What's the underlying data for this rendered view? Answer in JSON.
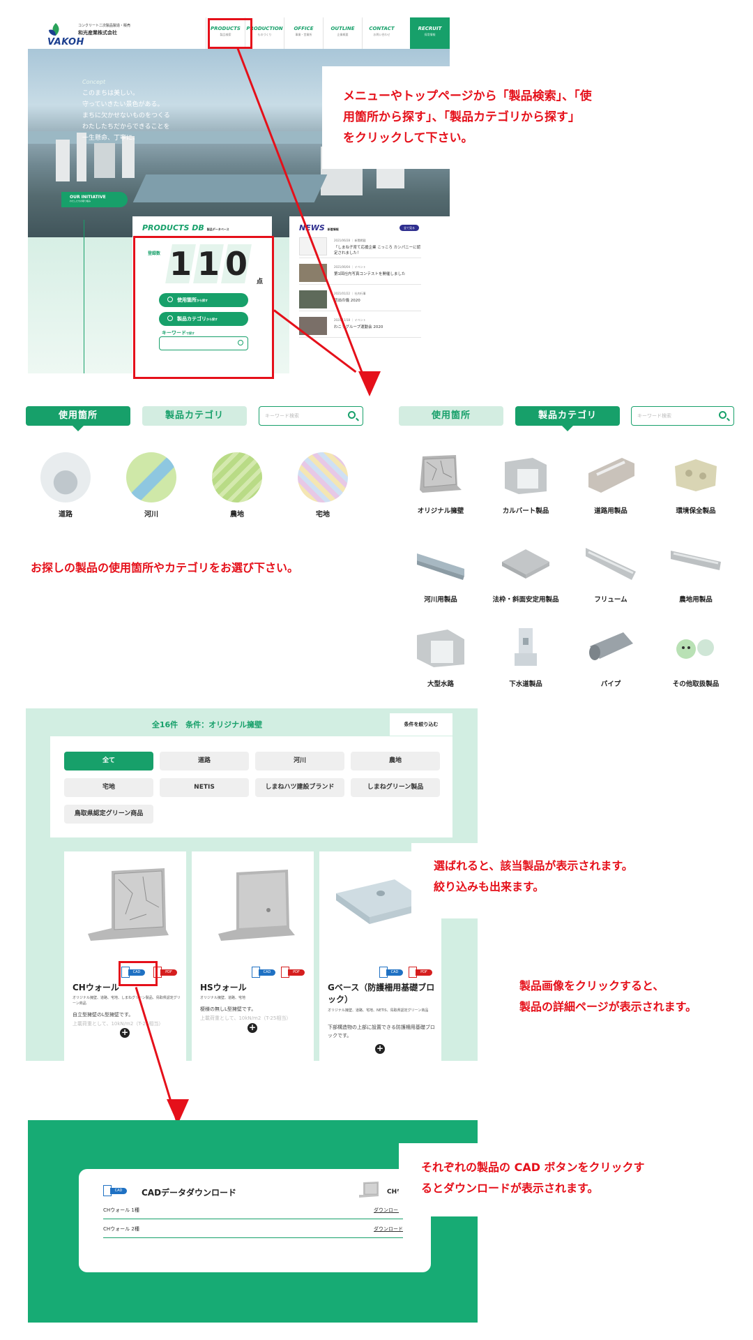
{
  "top_page": {
    "logo": {
      "mark": "VAKOH",
      "sub": "コンクリート二次製品製造・販売",
      "company": "和光産業株式会社"
    },
    "nav": [
      {
        "en": "PRODUCTS",
        "jp": "製品検索"
      },
      {
        "en": "PRODUCTION",
        "jp": "ものづくり"
      },
      {
        "en": "OFFICE",
        "jp": "事業・営業所"
      },
      {
        "en": "OUTLINE",
        "jp": "企業概要"
      },
      {
        "en": "CONTACT",
        "jp": "お問い合わせ"
      }
    ],
    "recruit": {
      "en": "RECRUIT",
      "jp": "採用情報"
    },
    "hero_copy": {
      "signature": "Concept",
      "lines": [
        "このまちは美しい。",
        "守っていきたい景色がある。",
        "まちに欠かせないものをつくる",
        "わたしたちだからできることを",
        "一生懸命、丁寧に。"
      ]
    },
    "initiative": {
      "en": "OUR INITIATIVE",
      "jp": "わたしたちの取り組み"
    },
    "products_db": {
      "title": "PRODUCTS DB",
      "title_jp": "製品データベース",
      "count_label": "登録数",
      "digits": [
        "1",
        "1",
        "0"
      ],
      "unit": "点",
      "btn_place": "使用箇所",
      "btn_category": "製品カテゴリ",
      "btn_suffix": "から探す",
      "keyword_label": "キーワード",
      "keyword_suffix": "で探す"
    },
    "news": {
      "title": "NEWS",
      "title_jp": "新着情報",
      "all_label": "全て見る",
      "items": [
        {
          "date": "2021/06/28 ｜ 新聞掲載",
          "text": "「しまね子育て応援企業 こっころ カンパニーに認定されました！"
        },
        {
          "date": "2021/06/04 ｜ イベント",
          "text": "第1回社内写真コンテストを開催しました"
        },
        {
          "date": "2021/01/22 ｜ 社内行事",
          "text": "初出の儀 2020"
        },
        {
          "date": "2020/11/18 ｜ イベント",
          "text": "わこうグループ運動会 2020"
        }
      ]
    }
  },
  "notes": {
    "n1": [
      "メニューやトップページから「製品検索」、「使",
      "用箇所から探す」、「製品カテゴリから探す」",
      "をクリックして下さい。"
    ],
    "n2": "お探しの製品の使用箇所やカテゴリをお選び下さい。",
    "n3": [
      "選ばれると、該当製品が表示されます。",
      "絞り込みも出来ます。"
    ],
    "n4": [
      "製品画像をクリックすると、",
      "製品の詳細ページが表示されます。"
    ],
    "n5": [
      "それぞれの製品の CAD ボタンをクリックす",
      "るとダウンロードが表示されます。"
    ]
  },
  "filters": {
    "tab_place": "使用箇所",
    "tab_category": "製品カテゴリ",
    "search_placeholder": "キーワード検索",
    "places": [
      "道路",
      "河川",
      "農地",
      "宅地"
    ],
    "categories": [
      "オリジナル擁壁",
      "カルバート製品",
      "道路用製品",
      "環境保全製品",
      "河川用製品",
      "法枠・斜面安定用製品",
      "フリューム",
      "農地用製品",
      "大型水路",
      "下水道製品",
      "パイプ",
      "その他取扱製品"
    ]
  },
  "results": {
    "title": "全16件　条件：オリジナル擁壁",
    "refine": "条件を絞り込む",
    "chips": [
      "全て",
      "道路",
      "河川",
      "農地",
      "宅地",
      "NETIS",
      "しまねハツ建設ブランド",
      "しまねグリーン製品",
      "鳥取県認定グリーン商品"
    ],
    "cad_label": "CAD",
    "pdf_label": "PDF",
    "cards": [
      {
        "name": "CHウォール",
        "tags": "オリジナル擁壁、道路、宅地、しまねグリーン製品、鳥取県認定グリーン商品",
        "desc": "自立型擁壁のL型擁壁です。",
        "fade": "上載荷重として、10kN/m2（T-25相当）"
      },
      {
        "name": "HSウォール",
        "tags": "オリジナル擁壁、道路、宅地",
        "desc": "梗様の無しL型擁壁です。",
        "fade": "上載荷重として、10kN/m2（T-25相当）"
      },
      {
        "name": "Gベース（防護柵用基礎ブロック）",
        "tags": "オリジナル擁壁、道路、宅地、NETIS、鳥取県認定グリーン商品",
        "desc": "下部構造物の上部に設置できる防護柵用基礎ブロックです。",
        "fade": ""
      }
    ]
  },
  "cad_modal": {
    "title": "CADデータダウンロード",
    "product": "CHウォー",
    "rows": [
      {
        "name": "CHウォール 1種",
        "link": "ダウンロード"
      },
      {
        "name": "CHウォール 2種",
        "link": "ダウンロード"
      }
    ]
  },
  "colors": {
    "brand_green": "#17a06a",
    "annotation_red": "#e5101a",
    "cad_blue": "#1f71c3",
    "pdf_red": "#d51e1e"
  }
}
